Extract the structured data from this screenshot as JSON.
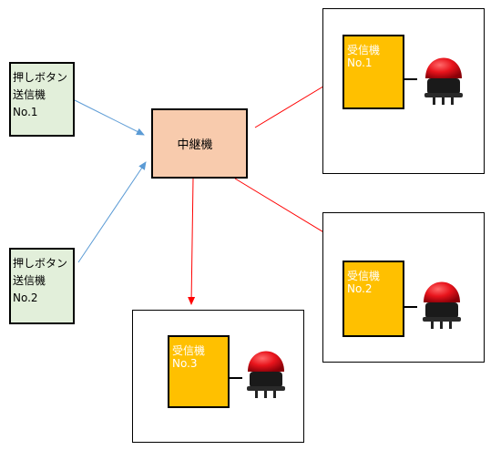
{
  "transmitters": [
    {
      "lines": [
        "押しボタン",
        "送信機",
        "No.1"
      ]
    },
    {
      "lines": [
        "押しボタン",
        "送信機",
        "No.2"
      ]
    }
  ],
  "relay": {
    "label": "中継機"
  },
  "receivers": [
    {
      "lines": [
        "受信機",
        "No.1"
      ]
    },
    {
      "lines": [
        "受信機",
        "No.2"
      ]
    },
    {
      "lines": [
        "受信機",
        "No.3"
      ]
    }
  ],
  "colors": {
    "transmitter_fill": "#e2efda",
    "relay_fill": "#f8cbad",
    "receiver_fill": "#ffc000",
    "tx_to_relay_arrow": "#5b9bd5",
    "relay_to_rx_arrow": "#ff0000",
    "lamp_dome": "#e8141c",
    "lamp_base": "#1a1a1a"
  },
  "icons": {
    "signal_lamp": "red-signal-tower-lamp-icon"
  }
}
